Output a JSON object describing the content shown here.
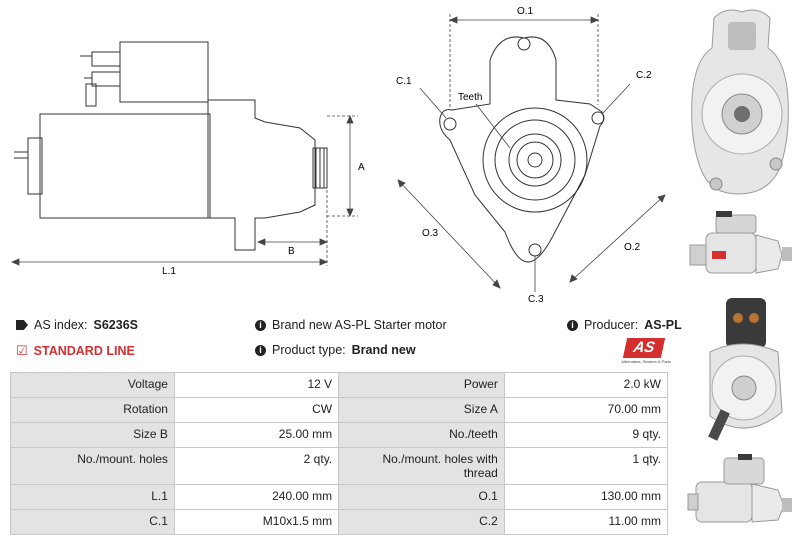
{
  "drawing_labels": {
    "o1": "O.1",
    "o2": "O.2",
    "o3": "O.3",
    "c1": "C.1",
    "c2": "C.2",
    "c3": "C.3",
    "teeth": "Teeth",
    "a": "A",
    "b": "B",
    "l1": "L.1"
  },
  "info": {
    "as_index_label": "AS index:",
    "as_index_value": "S6236S",
    "standard_line": "STANDARD LINE",
    "description": "Brand new AS-PL Starter motor",
    "product_type_label": "Product type:",
    "product_type_value": "Brand new",
    "producer_label": "Producer:",
    "producer_value": "AS-PL"
  },
  "logo": {
    "mark": "AS",
    "tagline": "Alternators, Starters & Parts"
  },
  "colors": {
    "brand_red": "#d32f2f",
    "label_bg": "#e3e3e3",
    "border": "#c8c8c8"
  },
  "specs": [
    {
      "l1": "Voltage",
      "v1": "12 V",
      "l2": "Power",
      "v2": "2.0 kW"
    },
    {
      "l1": "Rotation",
      "v1": "CW",
      "l2": "Size A",
      "v2": "70.00 mm"
    },
    {
      "l1": "Size B",
      "v1": "25.00 mm",
      "l2": "No./teeth",
      "v2": "9 qty."
    },
    {
      "l1": "No./mount. holes",
      "v1": "2 qty.",
      "l2": "No./mount. holes with thread",
      "v2": "1 qty."
    },
    {
      "l1": "L.1",
      "v1": "240.00 mm",
      "l2": "O.1",
      "v2": "130.00 mm"
    },
    {
      "l1": "C.1",
      "v1": "M10x1.5 mm",
      "l2": "C.2",
      "v2": "11.00 mm"
    }
  ]
}
